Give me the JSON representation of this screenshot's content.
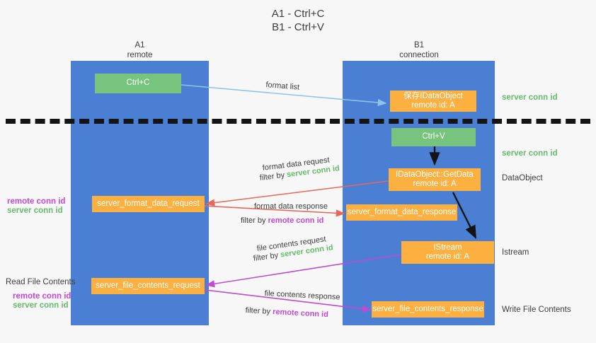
{
  "title": {
    "line1": "A1 - Ctrl+C",
    "line2": "B1 - Ctrl+V"
  },
  "columns": [
    {
      "name": "A1",
      "sub": "remote"
    },
    {
      "name": "B1",
      "sub": "connection"
    }
  ],
  "boxes": {
    "ctrl_c": "Ctrl+C",
    "ctrl_v": "Ctrl+V",
    "idataobject_title": "保存IDataObject",
    "idataobject_sub": "remote id: A",
    "getdata_title": "IDataObject::GetData",
    "getdata_sub": "remote id: A",
    "istream_title": "IStream",
    "istream_sub": "remote id: A",
    "server_format_data_request": "server_format_data_request",
    "server_format_data_response": "server_format_data_response",
    "server_file_contents_request": "server_file_contents_request",
    "server_file_contents_response": "server_file_contents_response"
  },
  "edges": {
    "format_list": "format list",
    "format_data_request": "format data request",
    "format_data_request_filter_prefix": "filter by ",
    "format_data_request_filter_value": "server conn id",
    "format_data_response": "format data response",
    "format_data_response_filter_prefix": "filter by ",
    "format_data_response_filter_value": "remote conn id",
    "file_contents_request": "file contents request",
    "file_contents_request_filter_prefix": "filter by ",
    "file_contents_request_filter_value": "server conn id",
    "file_contents_response": "file contents response",
    "file_contents_response_filter_prefix": "filter by ",
    "file_contents_response_filter_value": "remote conn id"
  },
  "right_labels": {
    "server_conn_id_1": "server conn id",
    "server_conn_id_2": "server conn id",
    "dataobject": "DataObject",
    "istream": "Istream",
    "write_file_contents": "Write File Contents"
  },
  "left_labels": {
    "remote_conn_id_1": "remote conn id",
    "server_conn_id_1": "server conn id",
    "read_file_contents": "Read File Contents",
    "remote_conn_id_2": "remote conn id",
    "server_conn_id_2": "server conn id"
  },
  "colors": {
    "lane": "#4a7fd4",
    "green_box": "#76c47d",
    "orange_box": "#fbb040",
    "green_text": "#66bb6a",
    "magenta_text": "#c04ad0",
    "arrow_blue": "#8ec4e8",
    "arrow_red": "#e8675c",
    "arrow_magenta": "#c04ad0",
    "arrow_black": "#141414"
  }
}
